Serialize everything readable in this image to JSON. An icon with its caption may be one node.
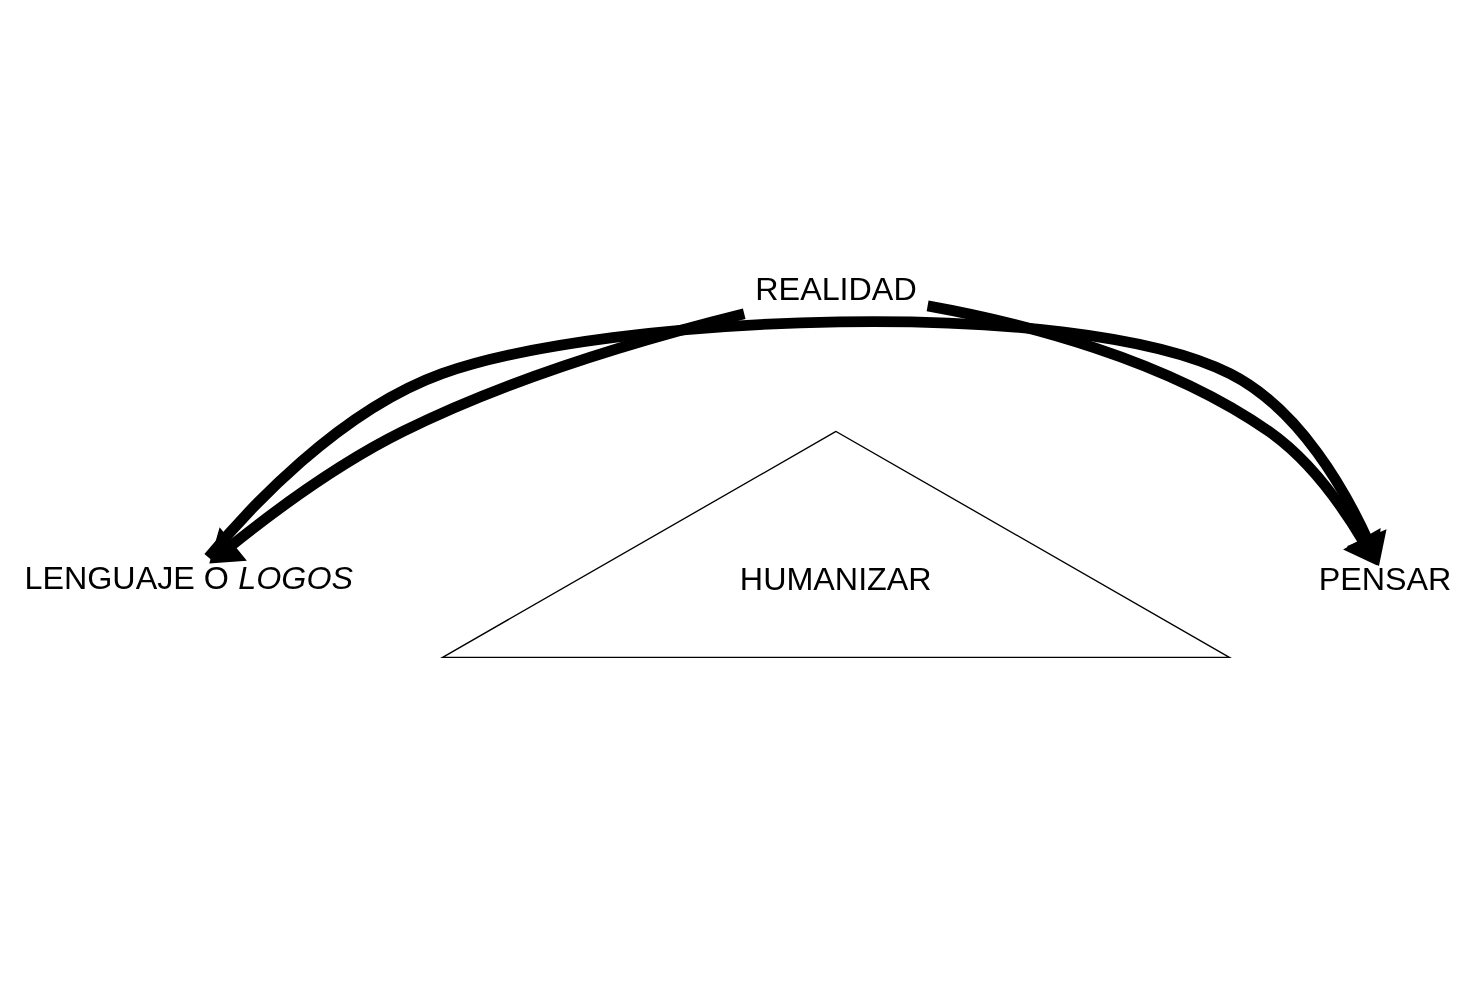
{
  "diagram": {
    "nodes": [
      {
        "text": [
          "REALIDAD"
        ]
      },
      {
        "text": [
          "LENGUAJE O *LOGOS*"
        ]
      },
      {
        "text": [
          "PENSAR"
        ]
      },
      {
        "text": [
          "HUMANIZAR"
        ]
      }
    ],
    "edges": [
      {
        "from": 0,
        "to": 1,
        "arrow": "to"
      },
      {
        "from": 0,
        "to": 2,
        "arrow": "to"
      },
      {
        "from": 1,
        "to": 2,
        "arrow": "to"
      }
    ]
  }
}
